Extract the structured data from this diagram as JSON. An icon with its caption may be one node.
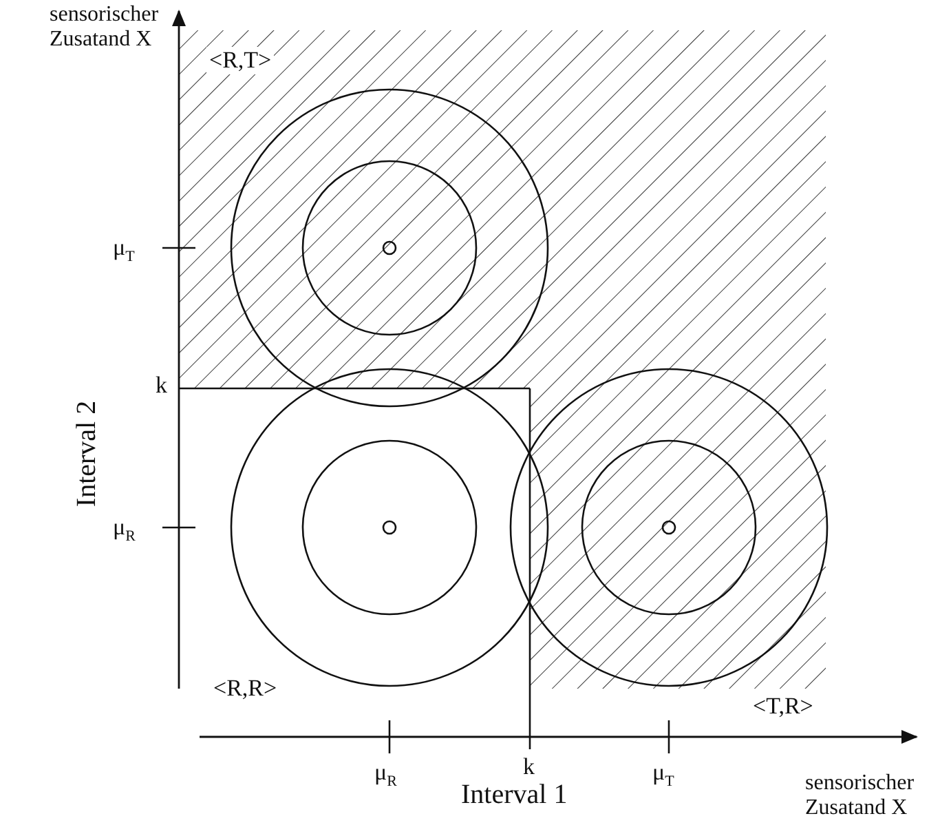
{
  "diagram": {
    "labels": [
      "sensorischer Zusatand X",
      "<R,T>",
      "μ$_{T}$",
      "k",
      "Interval 2",
      "μ$_{R}$",
      "<R,R>",
      "<T,R>",
      "μ$_{R}$",
      "k",
      "μ$_{T}$",
      "Interval 1",
      "sensorischer Zusatand X"
    ]
  }
}
